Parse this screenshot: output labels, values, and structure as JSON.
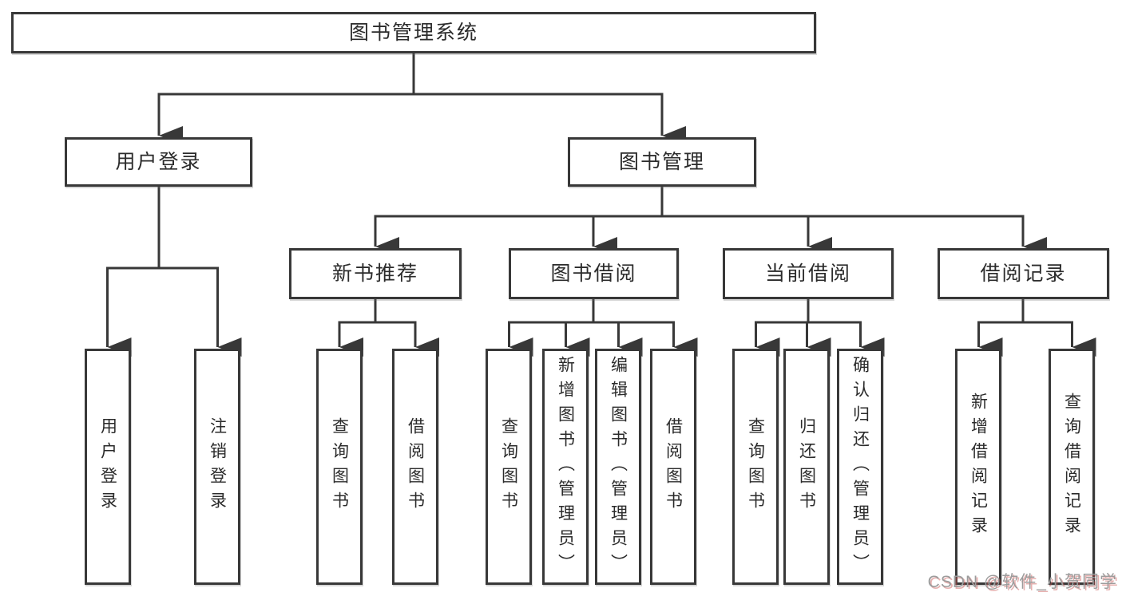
{
  "tree": {
    "root": {
      "label": "图书管理系统"
    },
    "level1": [
      {
        "label": "用户登录"
      },
      {
        "label": "图书管理"
      }
    ],
    "level2": [
      {
        "label": "新书推荐"
      },
      {
        "label": "图书借阅"
      },
      {
        "label": "当前借阅"
      },
      {
        "label": "借阅记录"
      }
    ],
    "leaves": {
      "user_login": [
        "用户登录",
        "注销登录"
      ],
      "new_book": [
        "查询图书",
        "借阅图书"
      ],
      "book_borrow": [
        "查询图书",
        "新增图书（管理员）",
        "编辑图书（管理员）",
        "借阅图书"
      ],
      "current_borrow": [
        "查询图书",
        "归还图书",
        "确认归还（管理员）"
      ],
      "borrow_record": [
        "新增借阅记录",
        "查询借阅记录"
      ]
    }
  },
  "watermark": {
    "text": "CSDN @软件_小贺同学"
  },
  "colors": {
    "line": "#383838",
    "box_border": "#383838",
    "text": "#2b2b2b",
    "background": "#ffffff",
    "watermark_gray": "#9c9c9c",
    "watermark_red": "#c8504e"
  }
}
